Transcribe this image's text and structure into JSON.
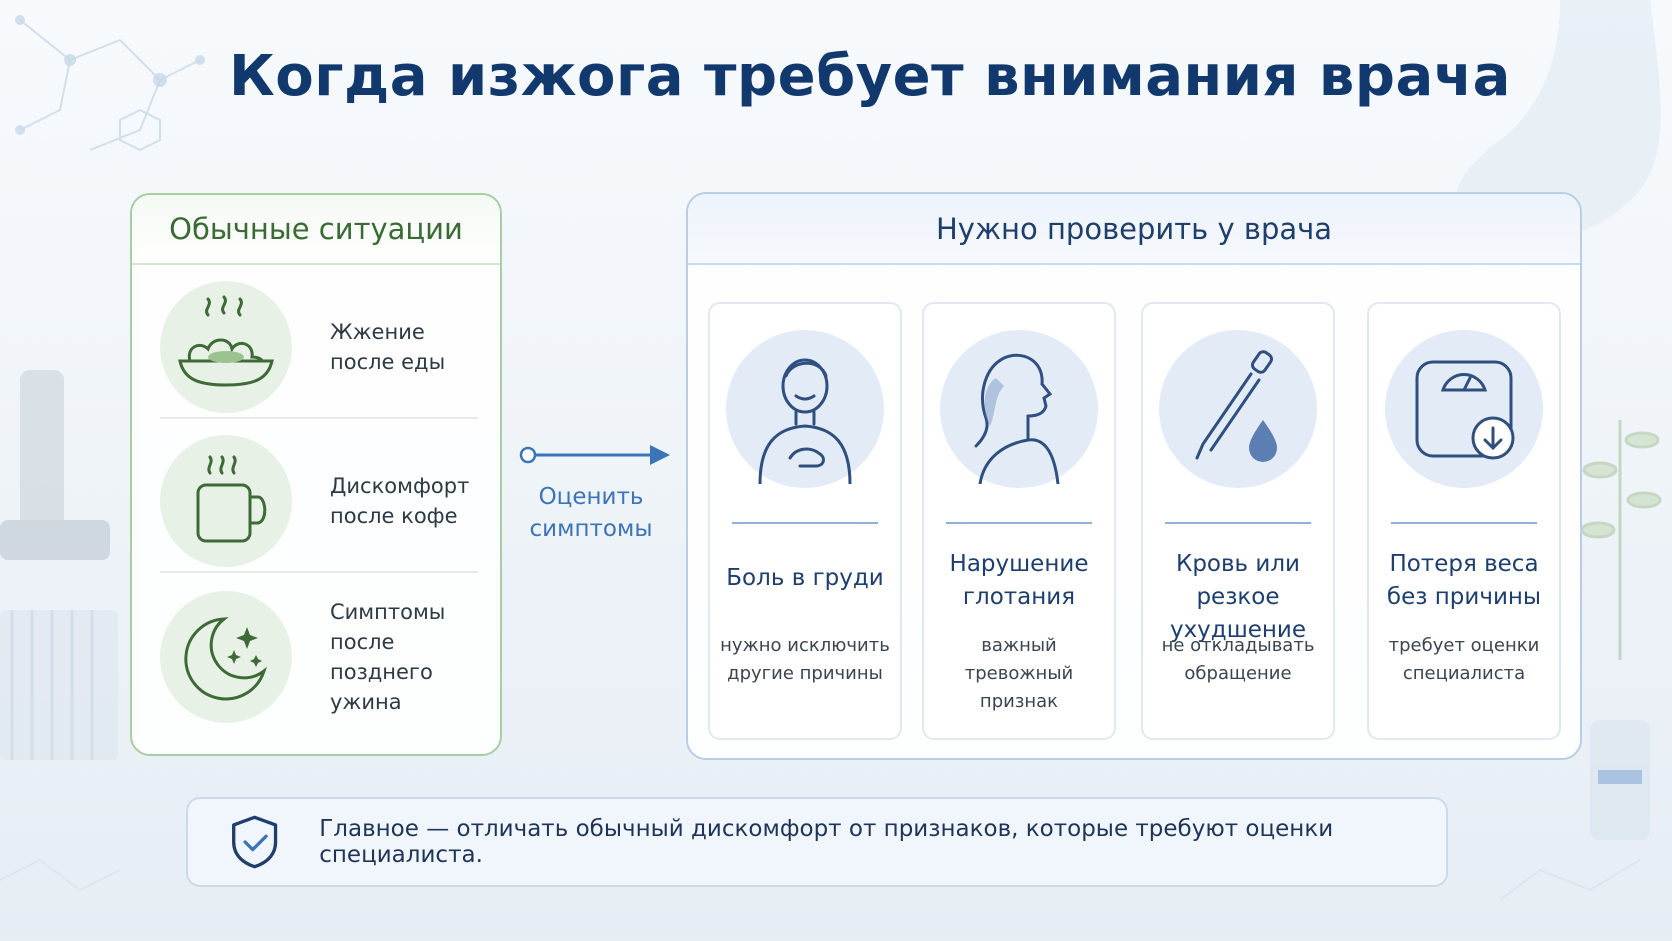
{
  "title": "Когда изжога требует внимания врача",
  "normal_panel": {
    "header": "Обычные ситуации",
    "items": [
      {
        "icon": "plate-icon",
        "text": "Жжение после еды"
      },
      {
        "icon": "coffee-mug-icon",
        "text": "Дискомфорт после кофе"
      },
      {
        "icon": "moon-icon",
        "text": "Симптомы после позднего ужина"
      }
    ]
  },
  "arrow_label": "Оценить симптомы",
  "doctor_panel": {
    "header": "Нужно проверить у врача",
    "cards": [
      {
        "icon": "chest-pain-icon",
        "title": "Боль в груди",
        "subtitle": "нужно исключить другие причины"
      },
      {
        "icon": "throat-icon",
        "title": "Нарушение глотания",
        "subtitle": "важный тревожный признак"
      },
      {
        "icon": "blood-drop-icon",
        "title": "Кровь или резкое ухудшение",
        "subtitle": "не откладывать обращение"
      },
      {
        "icon": "scale-icon",
        "title": "Потеря веса без причины",
        "subtitle": "требует оценки специалиста"
      }
    ]
  },
  "footer_text": "Главное — отличать обычный дискомфорт от признаков, которые требуют оценки специалиста.",
  "colors": {
    "title": "#12396e",
    "green": "#3a6b34",
    "blue_accent": "#3c74b8"
  }
}
